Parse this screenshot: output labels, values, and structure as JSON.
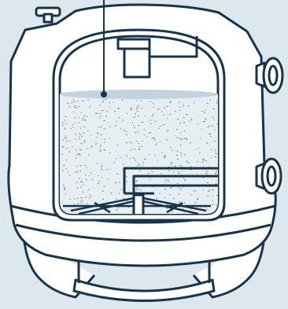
{
  "diagram": {
    "subject": "sand-filter-tank-cutaway",
    "colors": {
      "background": "#dde7ee",
      "outline": "#17344d",
      "shell_fill": "#ffffff",
      "media_fill": "#e6eef2",
      "media_dots": "#6f7c86",
      "water_surface": "#c3d3de",
      "drain_lines": "#17344d"
    },
    "components": [
      {
        "name": "tank-shell"
      },
      {
        "name": "cutaway-window"
      },
      {
        "name": "inlet-pipe"
      },
      {
        "name": "sand-media-bed"
      },
      {
        "name": "water-surface"
      },
      {
        "name": "outlet-pipe"
      },
      {
        "name": "underdrain-laterals"
      },
      {
        "name": "top-vent-valve"
      },
      {
        "name": "upper-side-port"
      },
      {
        "name": "lower-side-port"
      },
      {
        "name": "tank-base-legs"
      },
      {
        "name": "pointer-line"
      }
    ]
  }
}
